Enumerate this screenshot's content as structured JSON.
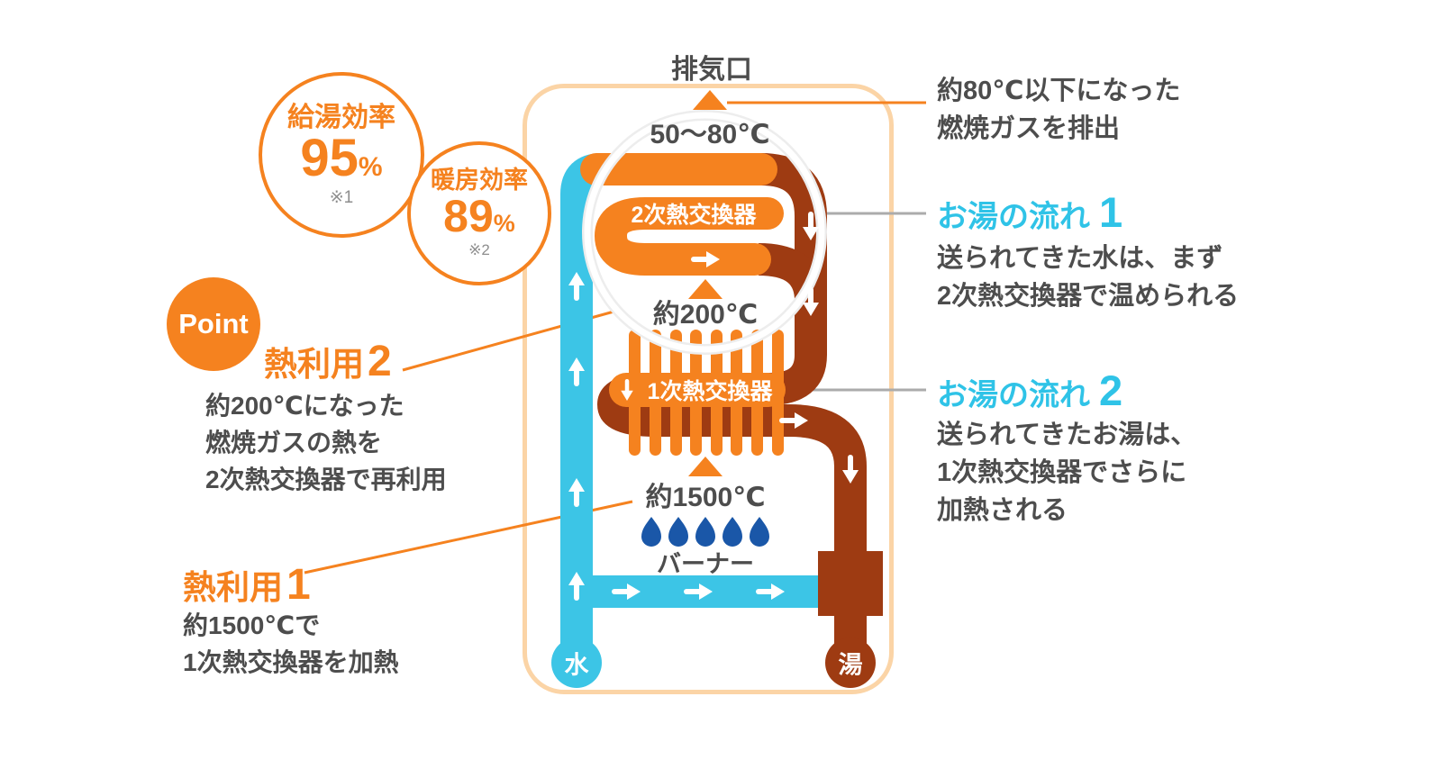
{
  "colors": {
    "orange": "#F5821F",
    "cold_water_cyan": "#3CC5E6",
    "hot_water_brown": "#9E3B12",
    "flow_heading_cyan": "#2FC3E7",
    "flame_blue": "#1A57A8",
    "boiler_outline_peach": "#FBD4A6",
    "text_dark": "#4D4D4D"
  },
  "badges": {
    "hot_water_efficiency": {
      "title": "給湯効率",
      "value": "95",
      "unit": "%",
      "note": "※1"
    },
    "heating_efficiency": {
      "title": "暖房効率",
      "value": "89",
      "unit": "%",
      "note": "※2"
    },
    "point": "Point"
  },
  "left": {
    "heat_use_2": {
      "title": "熱利用",
      "number": "2",
      "lines": [
        "約200℃になった",
        "燃焼ガスの熱を",
        "2次熱交換器で再利用"
      ]
    },
    "heat_use_1": {
      "title": "熱利用",
      "number": "1",
      "lines": [
        "約1500℃で",
        "1次熱交換器を加熱"
      ]
    }
  },
  "right": {
    "exhaust_note": {
      "lines": [
        "約80℃以下になった",
        "燃焼ガスを排出"
      ]
    },
    "flow_1": {
      "title": "お湯の流れ",
      "number": "1",
      "lines": [
        "送られてきた水は、まず",
        "2次熱交換器で温められる"
      ]
    },
    "flow_2": {
      "title": "お湯の流れ",
      "number": "2",
      "lines": [
        "送られてきたお湯は、",
        "1次熱交換器でさらに",
        "加熱される"
      ]
    }
  },
  "boiler": {
    "exhaust_port": "排気口",
    "exhaust_temp": "50〜80℃",
    "secondary_heat_exchanger": "2次熱交換器",
    "mid_temp": "約200℃",
    "primary_heat_exchanger": "1次熱交換器",
    "burner_temp": "約1500℃",
    "burner": "バーナー",
    "water_inlet": "水",
    "hot_water_outlet": "湯"
  }
}
